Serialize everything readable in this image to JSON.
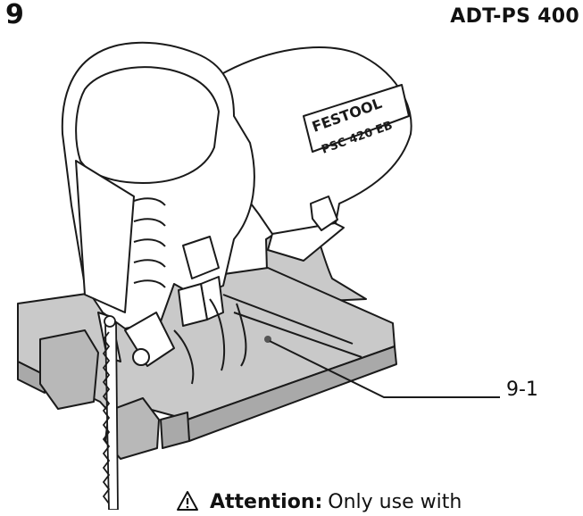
{
  "figure": {
    "number": "9",
    "model": "ADT-PS 400",
    "callout": "9-1"
  },
  "tool": {
    "brand": "FESTOOL",
    "model": "PSC 420 EB"
  },
  "warning": {
    "icon": "warning-triangle-icon",
    "label": "Attention:",
    "text": "Only use with"
  },
  "colors": {
    "outline": "#1a1a1a",
    "accessory_fill": "#c9c9c9",
    "accessory_shadow": "#a9a9a9",
    "background": "#ffffff"
  }
}
